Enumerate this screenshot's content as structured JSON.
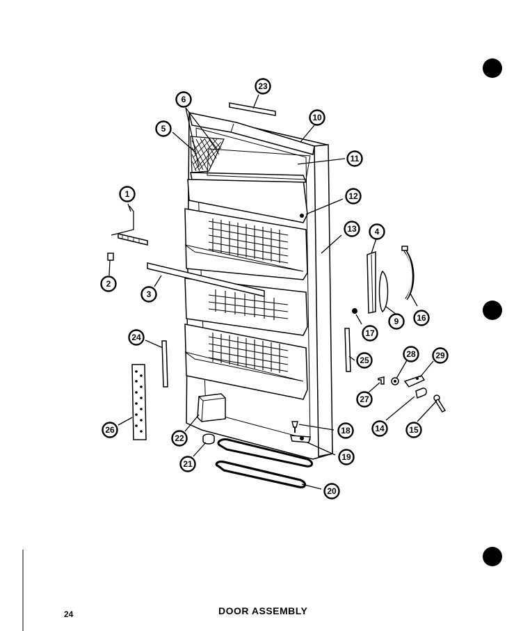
{
  "page_number": "24",
  "title": "DOOR ASSEMBLY",
  "callouts": [
    {
      "label": "1",
      "name": "callout-1"
    },
    {
      "label": "2",
      "name": "callout-2"
    },
    {
      "label": "3",
      "name": "callout-3"
    },
    {
      "label": "4",
      "name": "callout-4"
    },
    {
      "label": "5",
      "name": "callout-5"
    },
    {
      "label": "6",
      "name": "callout-6"
    },
    {
      "label": "9",
      "name": "callout-9"
    },
    {
      "label": "10",
      "name": "callout-10"
    },
    {
      "label": "11",
      "name": "callout-11"
    },
    {
      "label": "12",
      "name": "callout-12"
    },
    {
      "label": "13",
      "name": "callout-13"
    },
    {
      "label": "14",
      "name": "callout-14"
    },
    {
      "label": "15",
      "name": "callout-15"
    },
    {
      "label": "16",
      "name": "callout-16"
    },
    {
      "label": "17",
      "name": "callout-17"
    },
    {
      "label": "18",
      "name": "callout-18"
    },
    {
      "label": "19",
      "name": "callout-19"
    },
    {
      "label": "20",
      "name": "callout-20"
    },
    {
      "label": "21",
      "name": "callout-21"
    },
    {
      "label": "22",
      "name": "callout-22"
    },
    {
      "label": "23",
      "name": "callout-23"
    },
    {
      "label": "24",
      "name": "callout-24"
    },
    {
      "label": "25",
      "name": "callout-25"
    },
    {
      "label": "26",
      "name": "callout-26"
    },
    {
      "label": "27",
      "name": "callout-27"
    },
    {
      "label": "28",
      "name": "callout-28"
    },
    {
      "label": "29",
      "name": "callout-29"
    }
  ],
  "colors": {
    "ink": "#000000",
    "paper": "#ffffff"
  }
}
